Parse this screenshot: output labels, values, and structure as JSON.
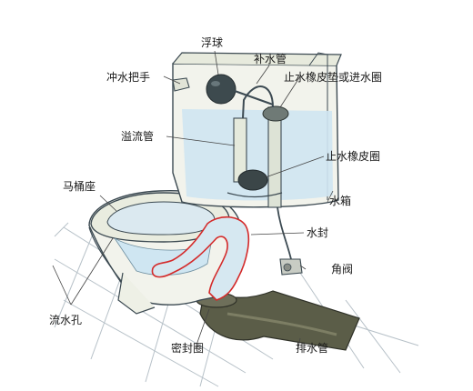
{
  "diagram": {
    "labels": {
      "float_ball": "浮球",
      "refill_tube": "补水管",
      "flush_handle": "冲水把手",
      "inlet_rubber_seal": "止水橡皮垫或进水圈",
      "overflow_tube": "溢流管",
      "flapper_seal": "止水橡皮圈",
      "toilet_seat": "马桶座",
      "water_tank": "水箱",
      "water_seal": "水封",
      "angle_valve": "角阀",
      "rim_holes": "流水孔",
      "sealing_ring": "密封圈",
      "drain_pipe": "排水管"
    },
    "colors": {
      "water": "#cfe6f2",
      "ceramic": "#f2f3ec",
      "outline": "#3c4a52",
      "trap_highlight": "#d42a2a",
      "drain": "#5b5d48",
      "tile_line": "#b7c1c8"
    }
  }
}
